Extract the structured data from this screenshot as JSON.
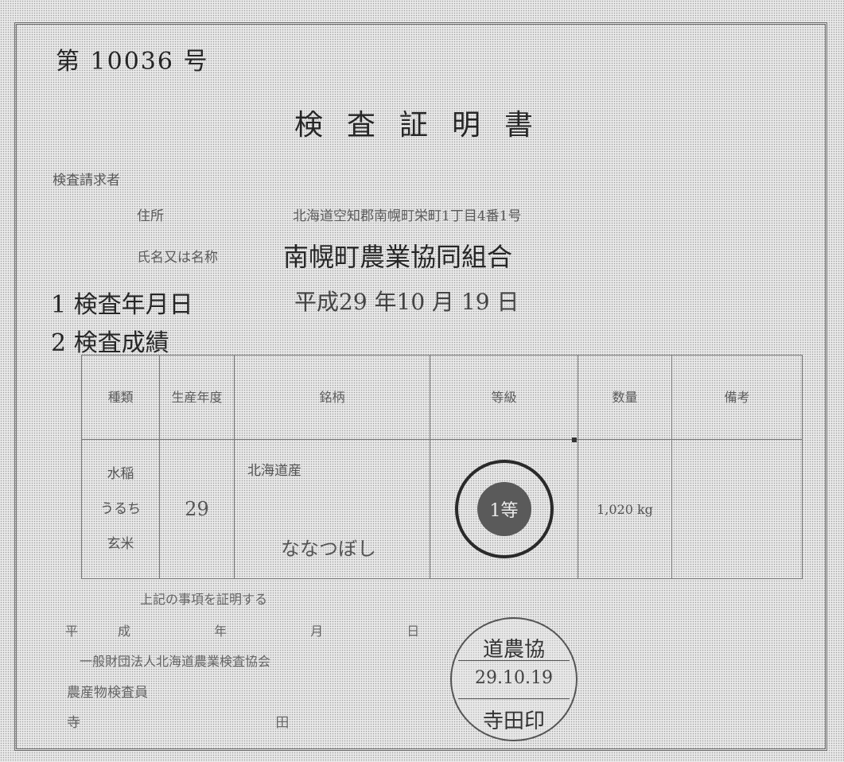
{
  "certificate": {
    "serial": "第 10036 号",
    "title": "検査証明書"
  },
  "applicant": {
    "section_label": "検査請求者",
    "address_label": "住所",
    "address_value": "北海道空知郡南幌町栄町1丁目4番1号",
    "name_label": "氏名又は名称",
    "name_value": "南幌町農業協同組合"
  },
  "inspection_date": {
    "label": "1 検査年月日",
    "value": "平成29 年10 月 19 日"
  },
  "results": {
    "label": "2 検査成績",
    "headers": {
      "item": "種類",
      "year": "生産年度",
      "brand": "銘柄",
      "grade": "等級",
      "quantity": "数量",
      "remarks": "備考"
    },
    "row": {
      "item_lines": [
        "水稲",
        "うるち",
        "玄米"
      ],
      "year": "29",
      "brand_top": "北海道産",
      "brand_bottom": "ななつぼし",
      "grade": "1等",
      "quantity": "1,020 kg",
      "remarks": ""
    }
  },
  "footer": {
    "certify_text": "上記の事項を証明する",
    "issue_date": "平成 年 月 日",
    "institution": "一般財団法人北海道農業検査協会",
    "inspector_label": "農産物検査員",
    "inspector_name": "寺 田"
  },
  "stamp": {
    "top": "道農協",
    "date": "29.10.19",
    "name": "寺田印"
  }
}
